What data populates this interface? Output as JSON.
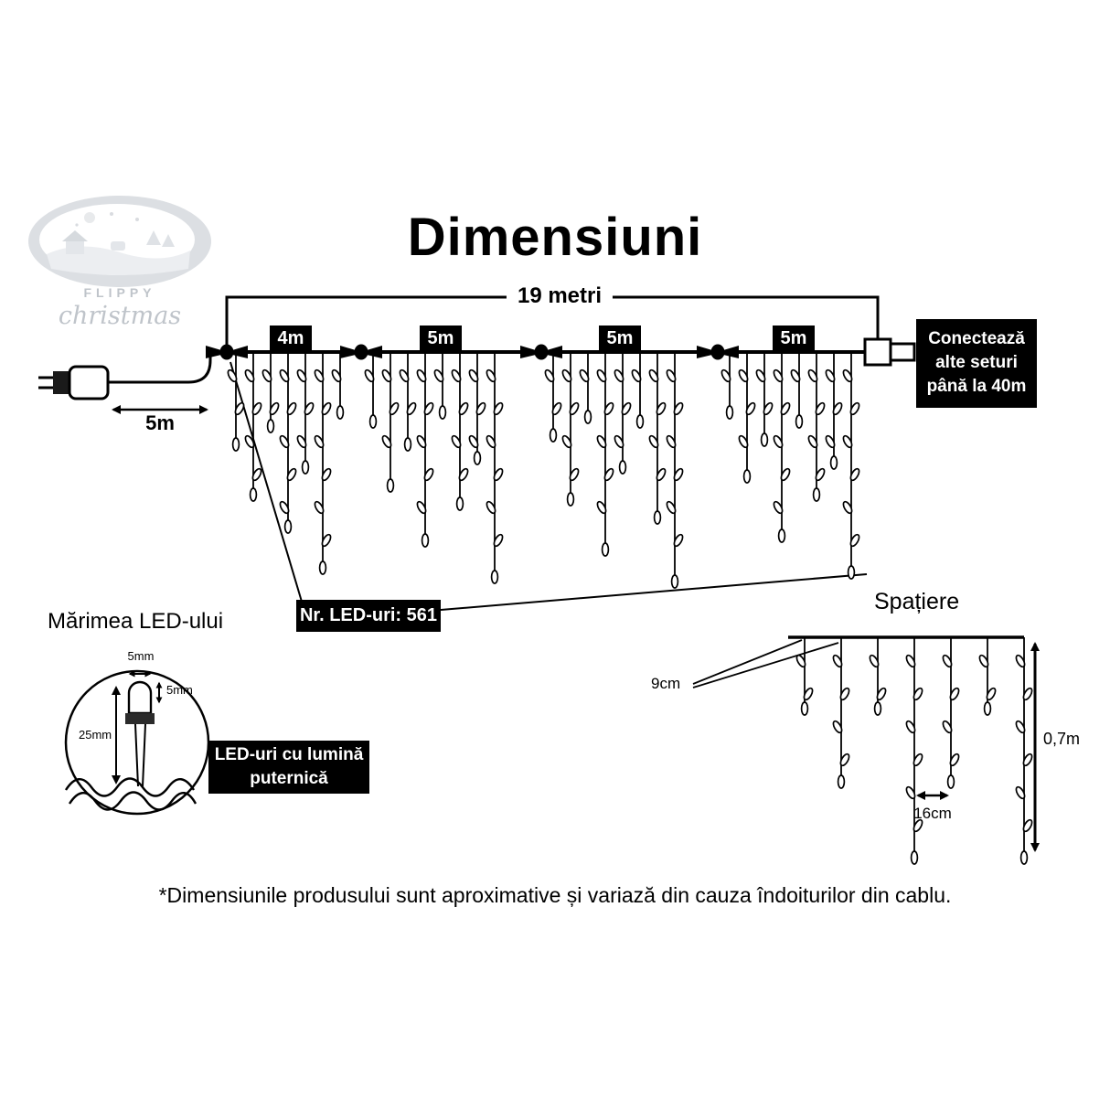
{
  "logo": {
    "brand": "FLIPPY",
    "script": "christmas"
  },
  "title": "Dimensiuni",
  "measurements": {
    "total": "19 metri",
    "lead": "5m",
    "segments": [
      "4m",
      "5m",
      "5m",
      "5m"
    ],
    "led_width": "5mm",
    "led_tip": "5mm",
    "led_length": "25mm",
    "drop_gap": "9cm",
    "led_gap": "16cm",
    "drop_height": "0,7m"
  },
  "boxes": {
    "connect": [
      "Conectează",
      "alte seturi",
      "până la 40m"
    ],
    "led_count": "Nr. LED-uri: 561",
    "led_callout": [
      "LED-uri cu lumină",
      "puternică"
    ]
  },
  "headings": {
    "led_size": "Mărimea LED-ului",
    "spacing": "Spațiere"
  },
  "footnote": "*Dimensiunile produsului sunt aproximative și variază din cauza îndoiturilor din cablu."
}
